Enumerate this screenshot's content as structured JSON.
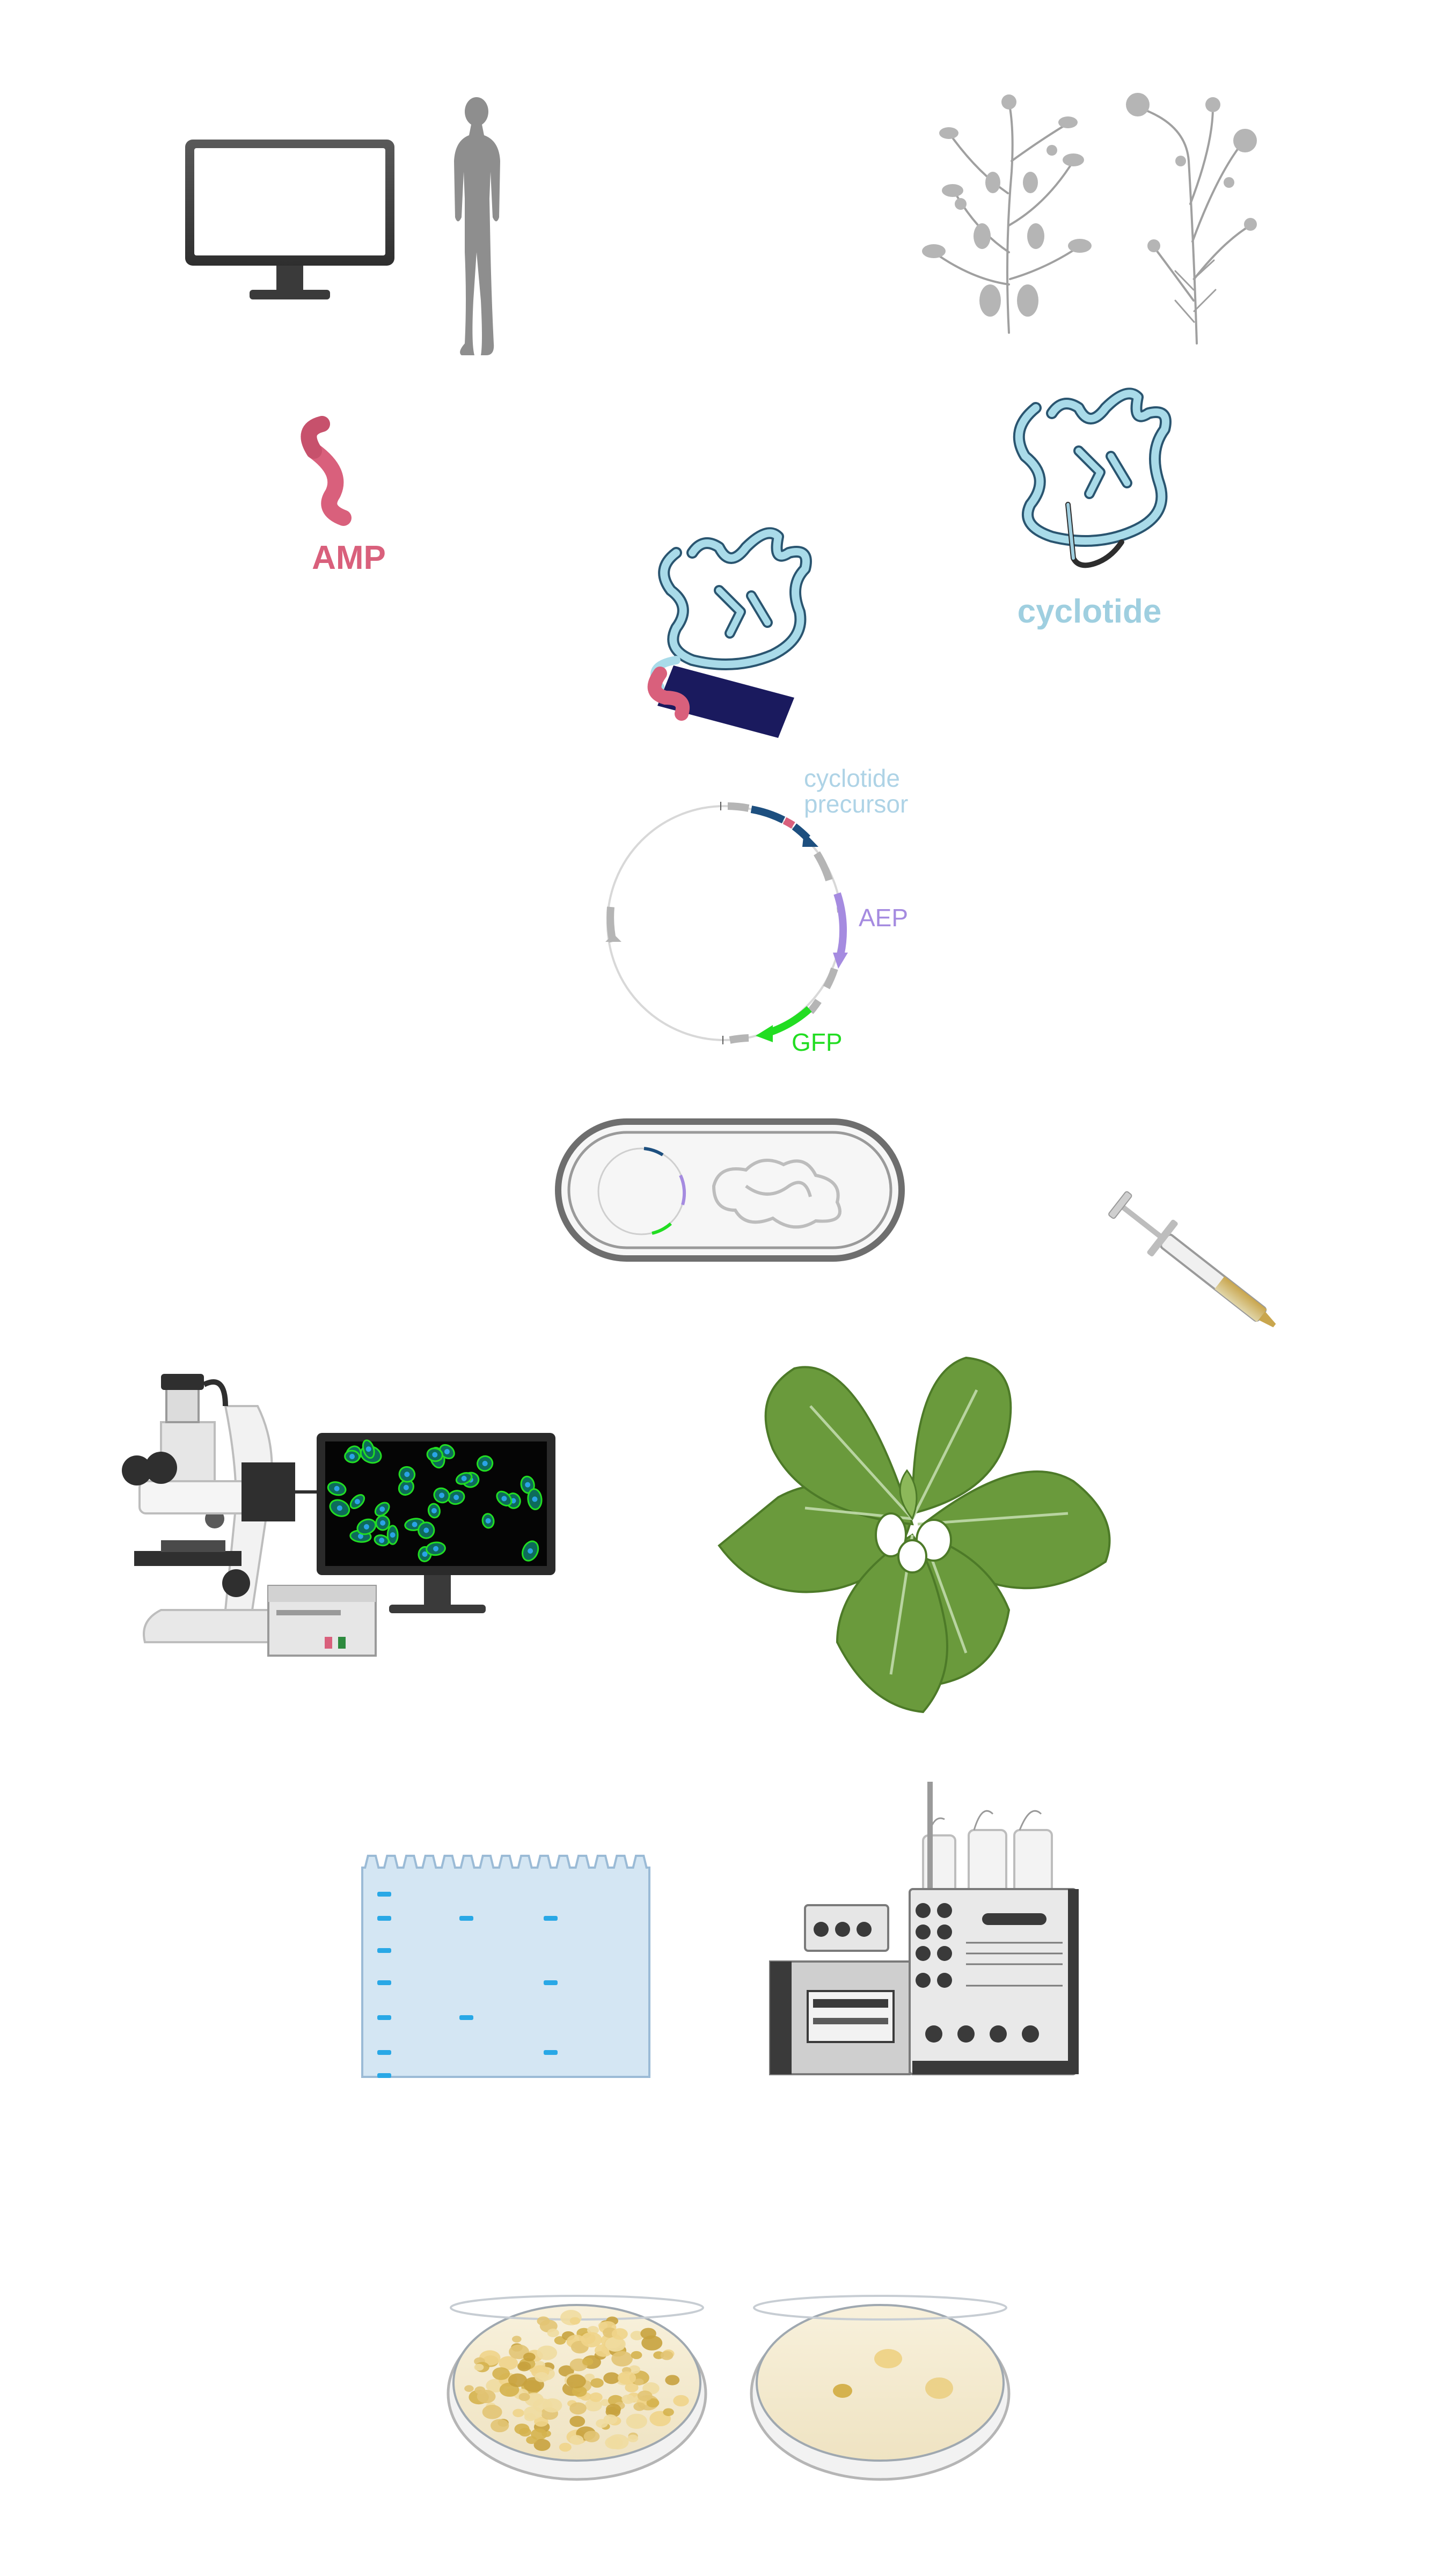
{
  "labels": {
    "amp": "AMP",
    "cyclotide": "cyclotide",
    "cyclotide_precursor_line1": "cyclotide",
    "cyclotide_precursor_line2": "precursor",
    "aep": "AEP",
    "gfp": "GFP"
  },
  "colors": {
    "amp": "#d9607c",
    "cyclotide": "#9fcfe0",
    "precursor": "#aed3e6",
    "aep": "#a58be0",
    "gfp": "#22dd22",
    "dark_block": "#1a1a5e",
    "leaf": "#6a9a3c",
    "gel": "#d4e6f3",
    "band": "#29a8e6"
  },
  "icons": {
    "computer": "monitor-icon",
    "human": "human-silhouette-icon",
    "plants": "flowering-plants-icon",
    "amp": "peptide-helix-icon",
    "cyclotide": "cyclotide-structure-icon",
    "fusion": "fusion-peptide-icon",
    "plasmid": "plasmid-map-icon",
    "bacterium": "agrobacterium-cell-icon",
    "microscope": "fluorescence-microscope-icon",
    "tobacco": "tobacco-plant-icon",
    "syringe": "syringe-icon",
    "gel": "sds-page-gel-icon",
    "chromatography": "fplc-system-icon",
    "dish_many": "petri-dish-many-colonies-icon",
    "dish_few": "petri-dish-few-colonies-icon"
  }
}
